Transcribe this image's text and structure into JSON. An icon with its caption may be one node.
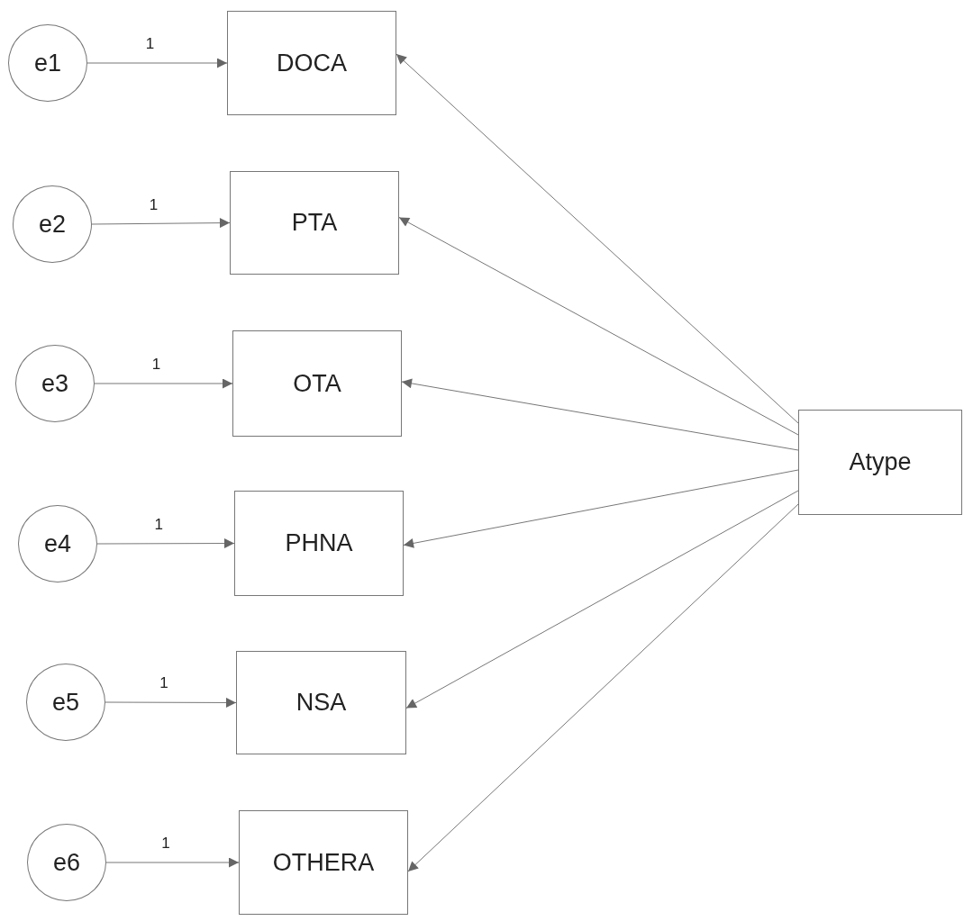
{
  "diagram": {
    "nodes": [
      {
        "text": [
          "e1"
        ]
      },
      {
        "text": [
          "DOCA"
        ]
      },
      {
        "text": [
          "e2"
        ]
      },
      {
        "text": [
          "PTA"
        ]
      },
      {
        "text": [
          "e3"
        ]
      },
      {
        "text": [
          "OTA"
        ]
      },
      {
        "text": [
          "e4"
        ]
      },
      {
        "text": [
          "PHNA"
        ]
      },
      {
        "text": [
          "e5"
        ]
      },
      {
        "text": [
          "NSA"
        ]
      },
      {
        "text": [
          "e6"
        ]
      },
      {
        "text": [
          "OTHERA"
        ]
      },
      {
        "text": [
          "Atype"
        ]
      }
    ],
    "edges": [
      {
        "from": 0,
        "to": 1,
        "arrow": "to",
        "label": "1"
      },
      {
        "from": 2,
        "to": 3,
        "arrow": "to",
        "label": "1"
      },
      {
        "from": 4,
        "to": 5,
        "arrow": "to",
        "label": "1"
      },
      {
        "from": 6,
        "to": 7,
        "arrow": "to",
        "label": "1"
      },
      {
        "from": 8,
        "to": 9,
        "arrow": "to",
        "label": "1"
      },
      {
        "from": 10,
        "to": 11,
        "arrow": "to",
        "label": "1"
      },
      {
        "from": 12,
        "to": 1,
        "arrow": "to"
      },
      {
        "from": 12,
        "to": 3,
        "arrow": "to"
      },
      {
        "from": 12,
        "to": 5,
        "arrow": "to"
      },
      {
        "from": 12,
        "to": 7,
        "arrow": "to"
      },
      {
        "from": 12,
        "to": 9,
        "arrow": "to"
      },
      {
        "from": 12,
        "to": 11,
        "arrow": "to"
      }
    ]
  }
}
